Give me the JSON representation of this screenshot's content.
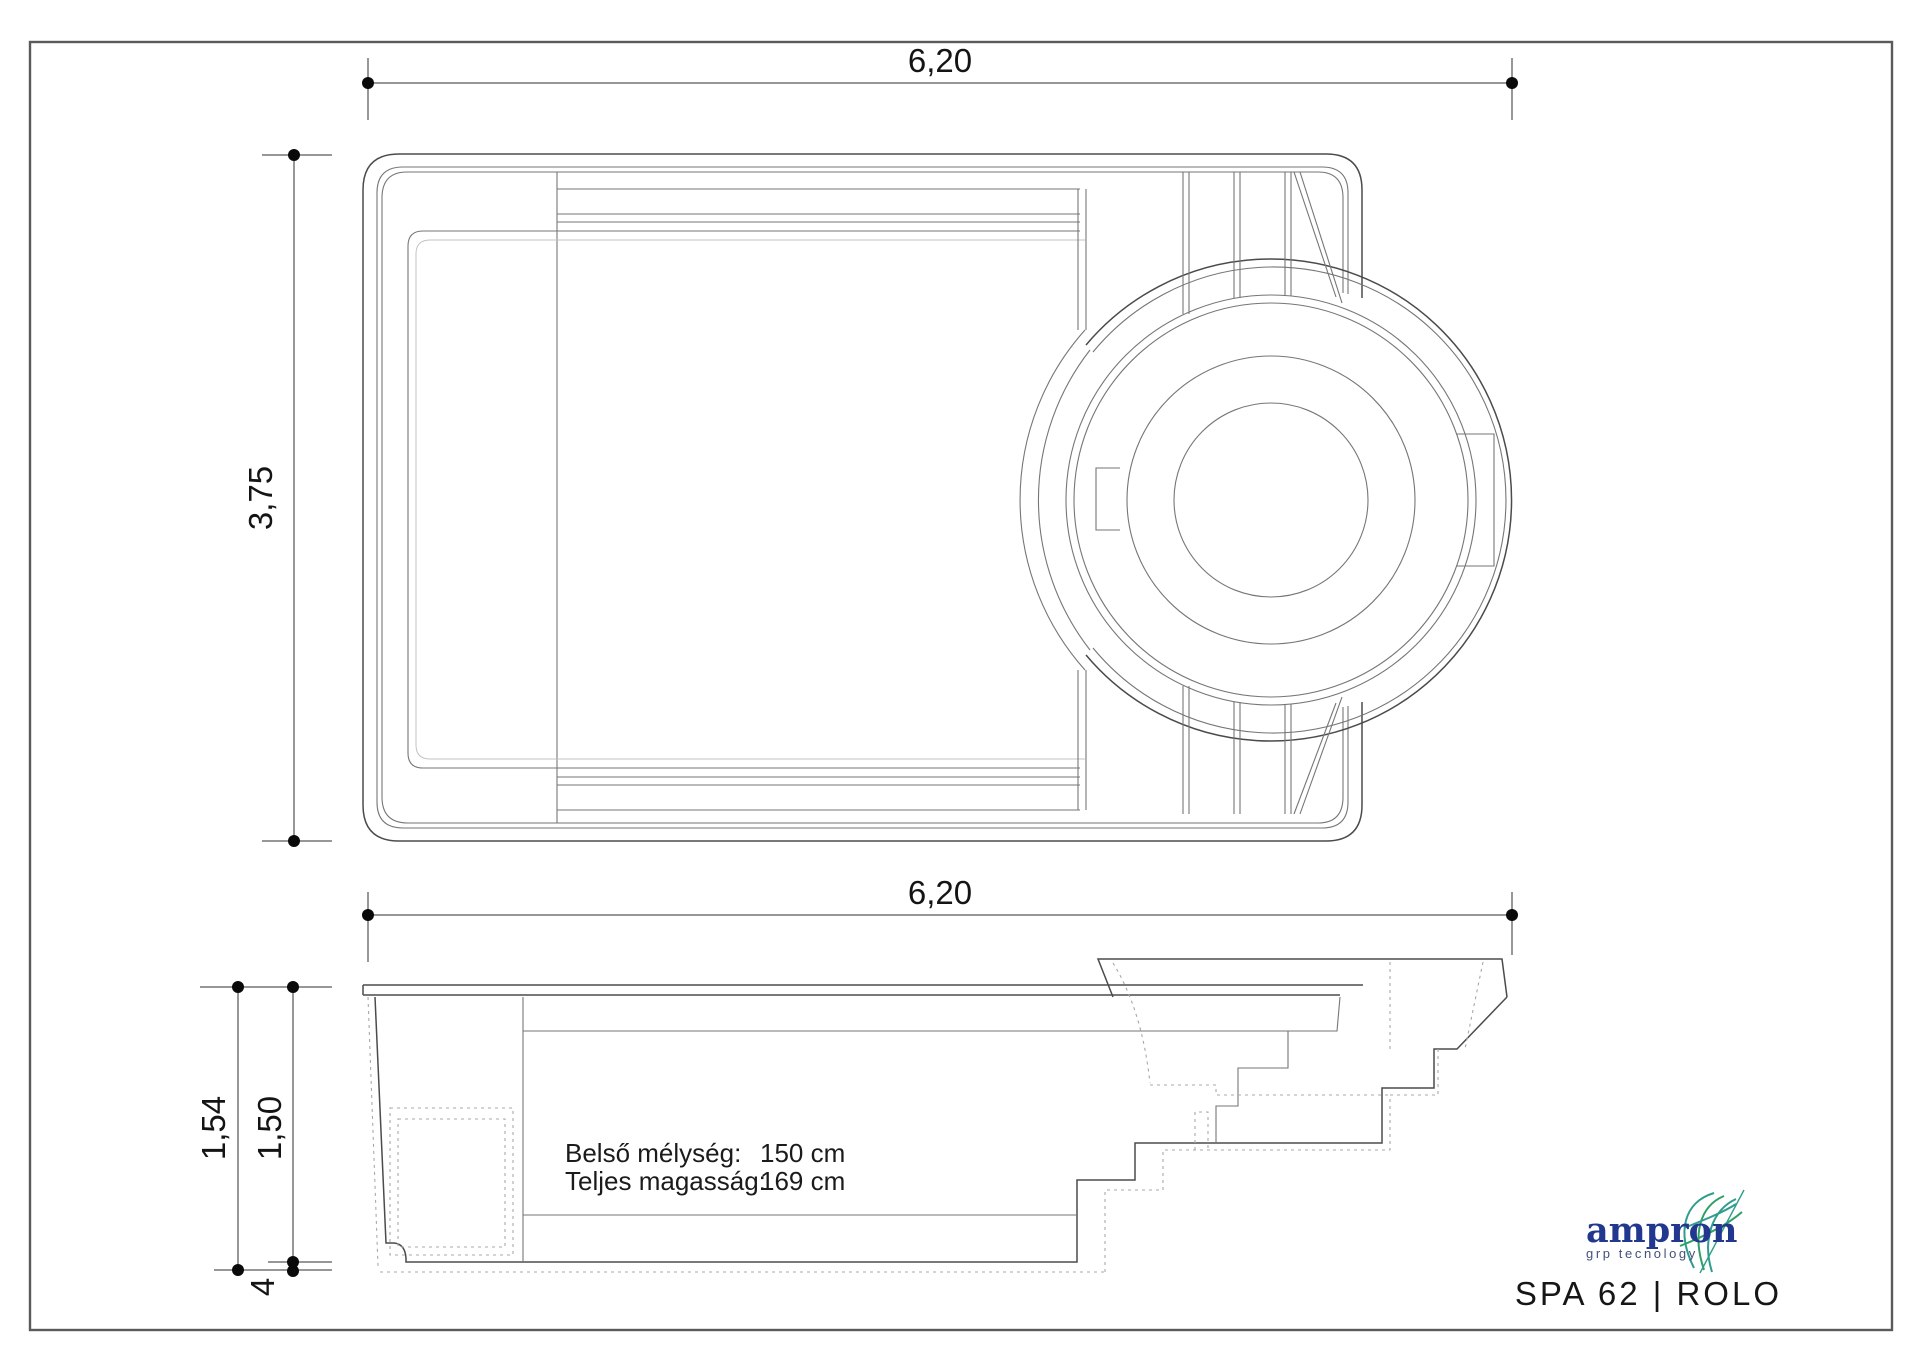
{
  "drawing": {
    "product_title": "SPA 62 | ROLO",
    "logo": {
      "name": "ampron",
      "tagline": "grp tecnology",
      "brand_blue": "#22388f",
      "globe_teal": "#2f9d8d",
      "globe_green": "#2fa065"
    },
    "plan_view": {
      "width_label": "6,20",
      "height_label": "3,75"
    },
    "side_view": {
      "length_label": "6,20",
      "total_height_label": "1,54",
      "inner_depth_label": "1,50",
      "base_label": "4"
    },
    "specs": {
      "rows": [
        {
          "label": "Belső mélység:",
          "value": "150 cm"
        },
        {
          "label": "Teljes magasság:",
          "value": "169 cm"
        }
      ]
    }
  }
}
